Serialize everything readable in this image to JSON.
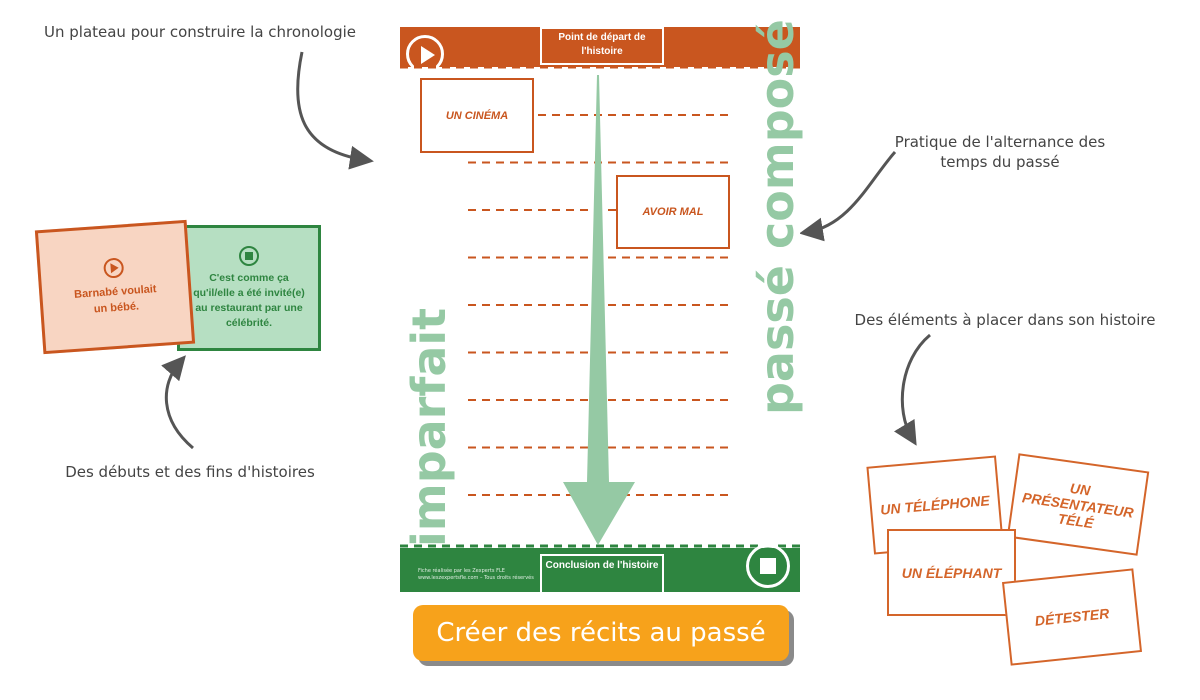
{
  "annotations": {
    "board": "Un plateau pour construire la chronologie",
    "tenses": "Pratique de l'alternance des temps du passé",
    "elements": "Des éléments à placer dans son histoire",
    "starts_ends": "Des débuts et des fins d'histoires"
  },
  "board": {
    "start_label": "Point de départ de l'histoire",
    "end_label": "Conclusion de l'histoire",
    "footer_credit_line1": "Fiche réalisée par les Zexperts FLE",
    "footer_credit_line2": "www.leszexpertsfle.com – Tous droits réservés",
    "left_tense": "imparfait",
    "right_tense": "passé composé",
    "cards": [
      "UN CINÉMA",
      "AVOIR MAL"
    ],
    "start_icon": "play-icon",
    "end_icon": "stop-icon"
  },
  "story_cards": {
    "start": "Barnabé voulait un bébé.",
    "end": "C'est comme ça qu'il/elle a été invité(e) au restaurant par une célébrité."
  },
  "element_cards": [
    "UN TÉLÉPHONE",
    "UN PRÉSENTATEUR TÉLÉ",
    "UN ÉLÉPHANT",
    "DÉTESTER"
  ],
  "cta": {
    "label": "Créer des récits au passé"
  },
  "colors": {
    "orange": "#c9561f",
    "green": "#2e8540",
    "light_green": "#95c9a4",
    "cta": "#f7a21b"
  }
}
